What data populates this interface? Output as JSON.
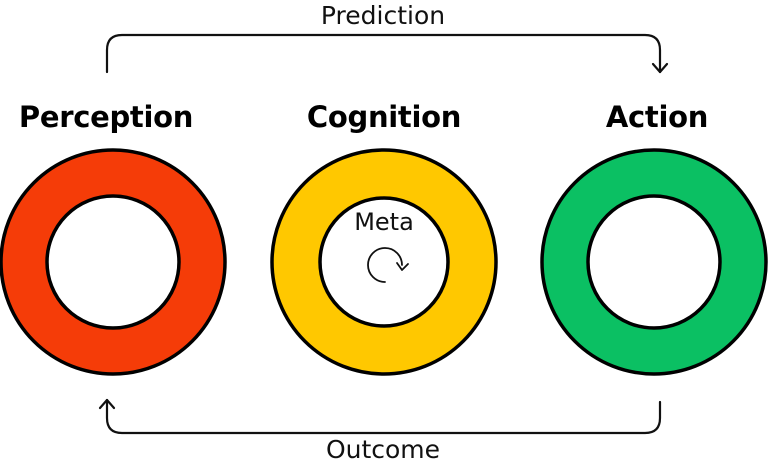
{
  "diagram": {
    "top_arrow": {
      "label": "Prediction",
      "from": "Perception",
      "to": "Action"
    },
    "bottom_arrow": {
      "label": "Outcome",
      "from": "Action",
      "to": "Perception"
    },
    "stages": [
      {
        "label": "Perception",
        "color": "#F53C08"
      },
      {
        "label": "Cognition",
        "color": "#FFC800",
        "inner_label": "Meta",
        "inner_icon": "loop-arrow-icon"
      },
      {
        "label": "Action",
        "color": "#0BC063"
      }
    ],
    "stroke_color": "#000000"
  }
}
